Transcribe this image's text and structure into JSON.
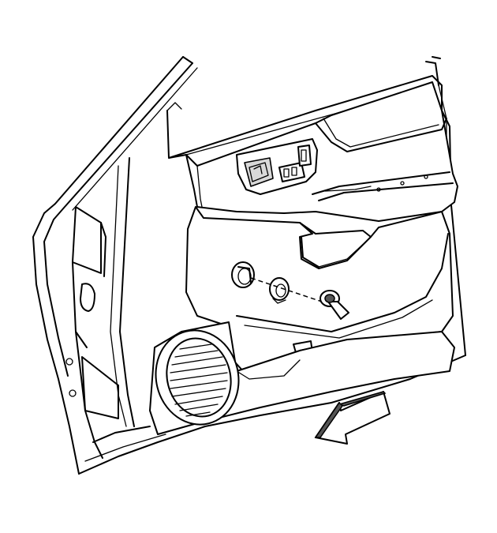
{
  "diagram": {
    "colors": {
      "line": "#000000",
      "background": "#ffffff",
      "shade": "#d9d9d9",
      "arrow_shade": "#555555"
    },
    "parts": [
      {
        "id": "door-frame",
        "icon": "door-frame"
      },
      {
        "id": "door-trim-panel",
        "icon": "trim-panel"
      },
      {
        "id": "door-handle-bezel",
        "icon": "handle-bezel"
      },
      {
        "id": "window-switch",
        "icon": "switch"
      },
      {
        "id": "speaker-grille",
        "icon": "speaker"
      },
      {
        "id": "fastener-hole",
        "icon": "hole"
      },
      {
        "id": "retainer-grommet",
        "icon": "grommet"
      },
      {
        "id": "push-pin-fastener",
        "icon": "push-pin"
      },
      {
        "id": "front-direction-arrow",
        "icon": "arrow"
      }
    ]
  }
}
